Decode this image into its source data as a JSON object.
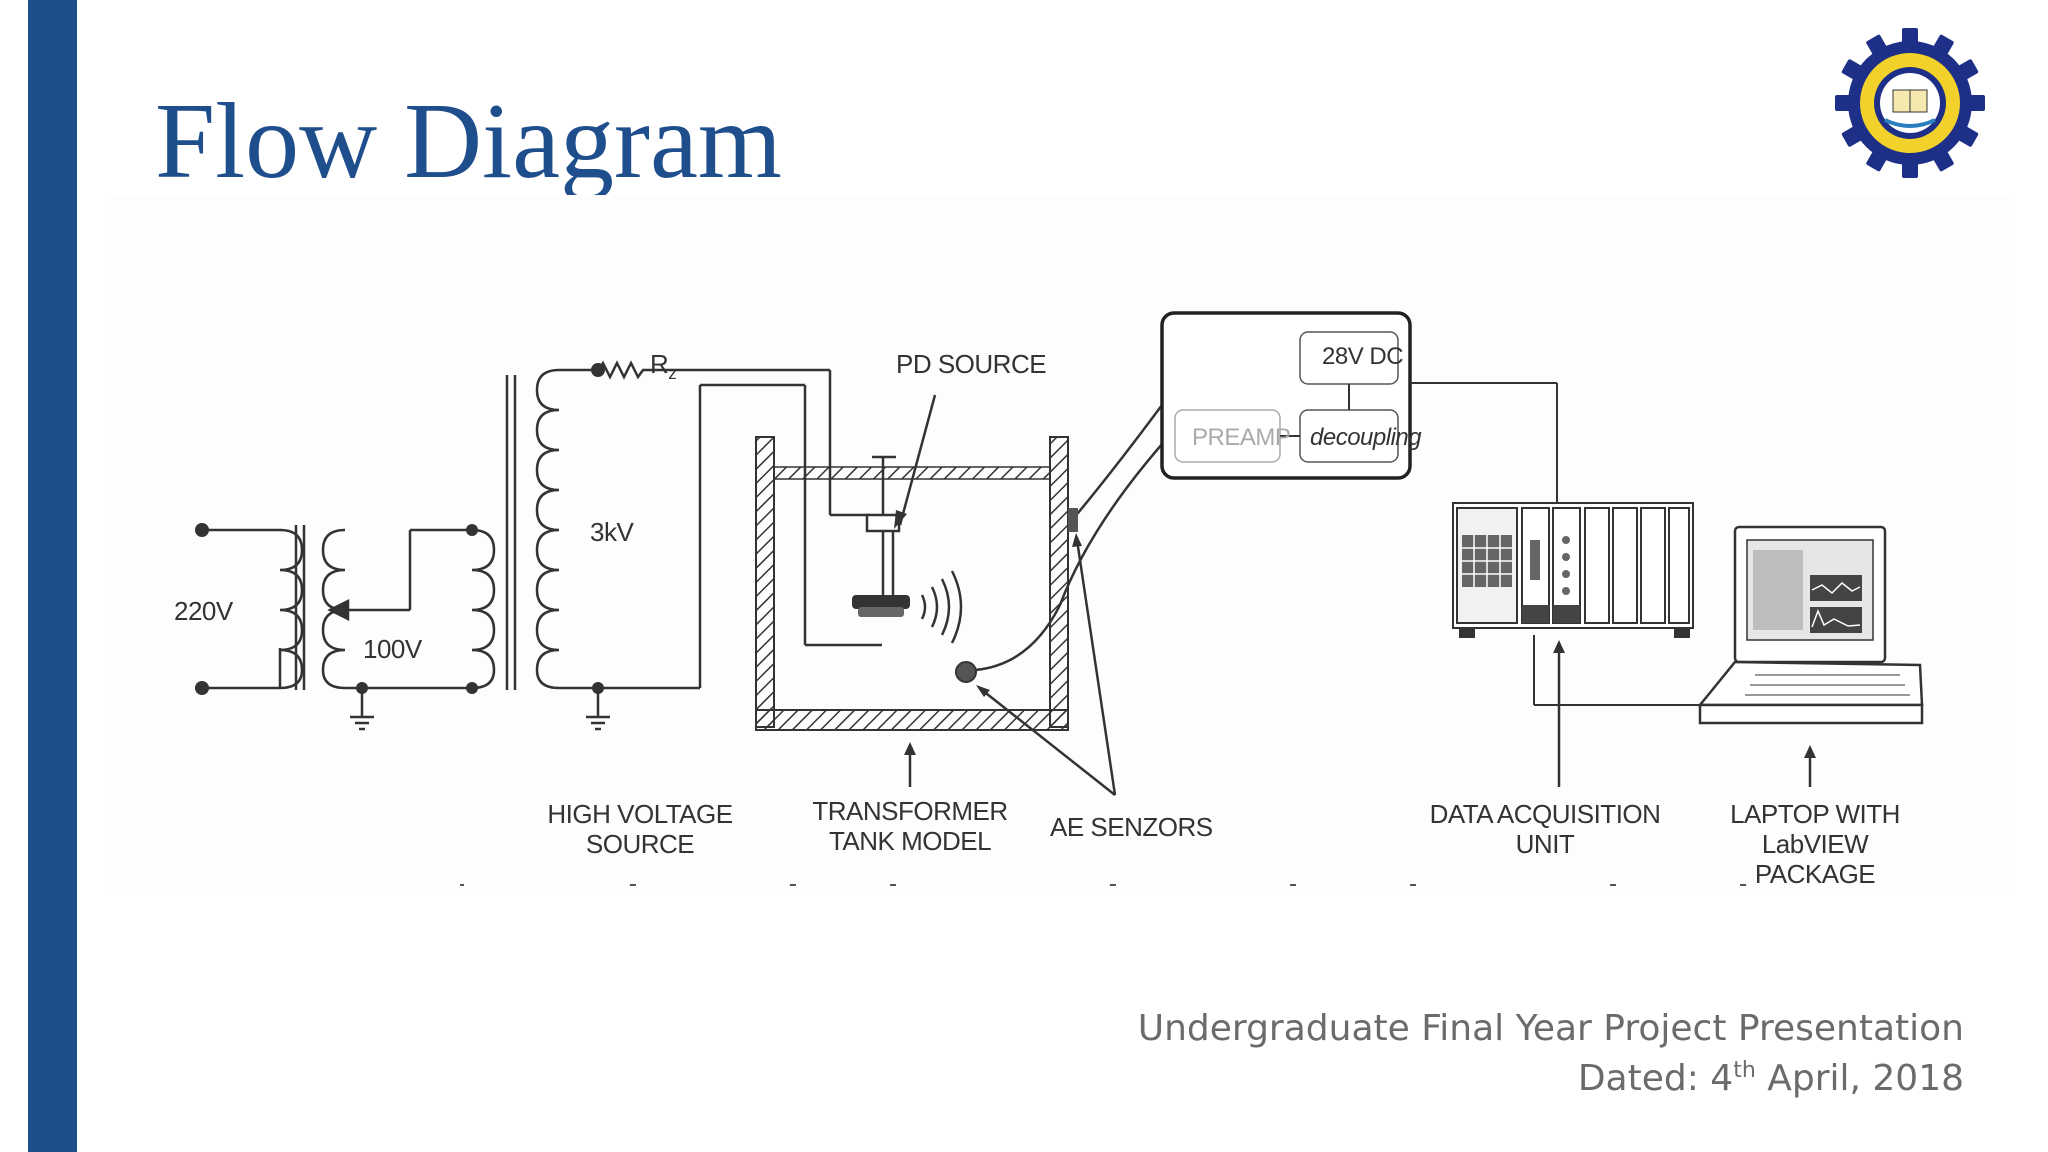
{
  "slide": {
    "title": "Flow Diagram"
  },
  "diagram": {
    "labels": {
      "resistor": "R",
      "resistor_sub": "z",
      "pd_source": "PD SOURCE",
      "v220": "220V",
      "v100": "100V",
      "v3k": "3kV",
      "dc28": "28V DC",
      "preamp": "PREAMP",
      "decoupling": "decoupling",
      "high_voltage_source": "HIGH VOLTAGE\nSOURCE",
      "transformer_tank": "TRANSFORMER\nTANK MODEL",
      "ae_sensors": "AE SENZORS",
      "daq": "DATA ACQUISITION\nUNIT",
      "laptop": "LAPTOP WITH\nLabVIEW PACKAGE"
    }
  },
  "footer": {
    "line1": "Undergraduate Final Year Project Presentation",
    "dated_prefix": "Dated: 4",
    "dated_sup": "th",
    "dated_suffix": " April, 2018"
  },
  "colors": {
    "accent": "#1f4e8c",
    "footer_text": "#6b6b6b",
    "logo_gear": "#1d2f86",
    "logo_ring": "#f2d22a"
  }
}
